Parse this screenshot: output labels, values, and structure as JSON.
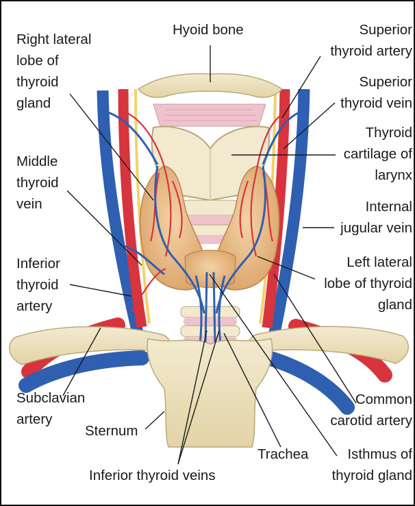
{
  "labels": {
    "right_lateral_lobe": "Right lateral\nlobe of\nthyroid\ngland",
    "hyoid_bone": "Hyoid bone",
    "superior_thyroid_artery": "Superior\nthyroid artery",
    "superior_thyroid_vein": "Superior\nthyroid vein",
    "thyroid_cartilage": "Thyroid\ncartilage of\nlarynx",
    "middle_thyroid_vein": "Middle\nthyroid\nvein",
    "internal_jugular_vein": "Internal\njugular vein",
    "inferior_thyroid_artery": "Inferior\nthyroid\nartery",
    "left_lateral_lobe": "Left lateral\nlobe of thyroid\ngland",
    "subclavian_artery": "Subclavian\nartery",
    "common_carotid_artery": "Common\ncarotid artery",
    "sternum": "Sternum",
    "trachea": "Trachea",
    "isthmus": "Isthmus of\nthyroid gland",
    "inferior_thyroid_veins": "Inferior thyroid veins"
  },
  "colors": {
    "artery": "#d8343d",
    "vein": "#2f5fb0",
    "nerve": "#f3d26b",
    "bone": "#ece2bd",
    "cartilage": "#f2e9cf",
    "thyroid": "#e7b882",
    "trachea_pink": "#efc3cd",
    "leader": "#1a1a1a"
  }
}
